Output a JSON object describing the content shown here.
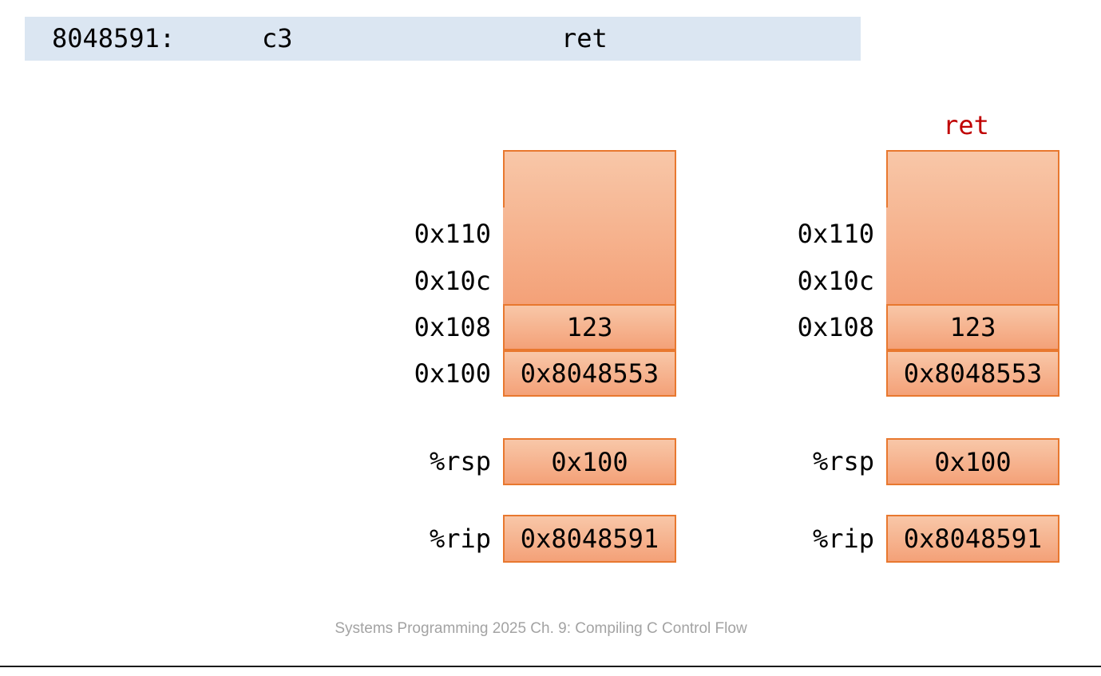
{
  "assembly_line": {
    "address": "8048591:",
    "bytes": "c3",
    "mnemonic": "ret"
  },
  "diagrams": [
    {
      "name": "stack-before",
      "annotation": "",
      "rows": [
        {
          "address": "0x110",
          "value": ""
        },
        {
          "address": "0x10c",
          "value": ""
        },
        {
          "address": "0x108",
          "value": "123"
        },
        {
          "address": "0x100",
          "value": "0x8048553"
        }
      ],
      "registers": [
        {
          "name": "%rsp",
          "value": "0x100"
        },
        {
          "name": "%rip",
          "value": "0x8048591"
        }
      ]
    },
    {
      "name": "stack-after",
      "annotation": "ret",
      "rows": [
        {
          "address": "0x110",
          "value": ""
        },
        {
          "address": "0x10c",
          "value": ""
        },
        {
          "address": "0x108",
          "value": "123"
        },
        {
          "address": "",
          "value": "0x8048553"
        }
      ],
      "registers": [
        {
          "name": "%rsp",
          "value": "0x100"
        },
        {
          "name": "%rip",
          "value": "0x8048591"
        }
      ]
    }
  ],
  "footer": {
    "text": "Systems Programming 2025 Ch. 9: Compiling C Control Flow"
  },
  "colors": {
    "asm_bar_bg": "#dbe6f2",
    "cell_border": "#e8782f",
    "cell_fill_top": "#f8c7a8",
    "cell_fill_bottom": "#f4a178",
    "annotation_red": "#c00000",
    "footer_gray": "#a3a3a3"
  }
}
